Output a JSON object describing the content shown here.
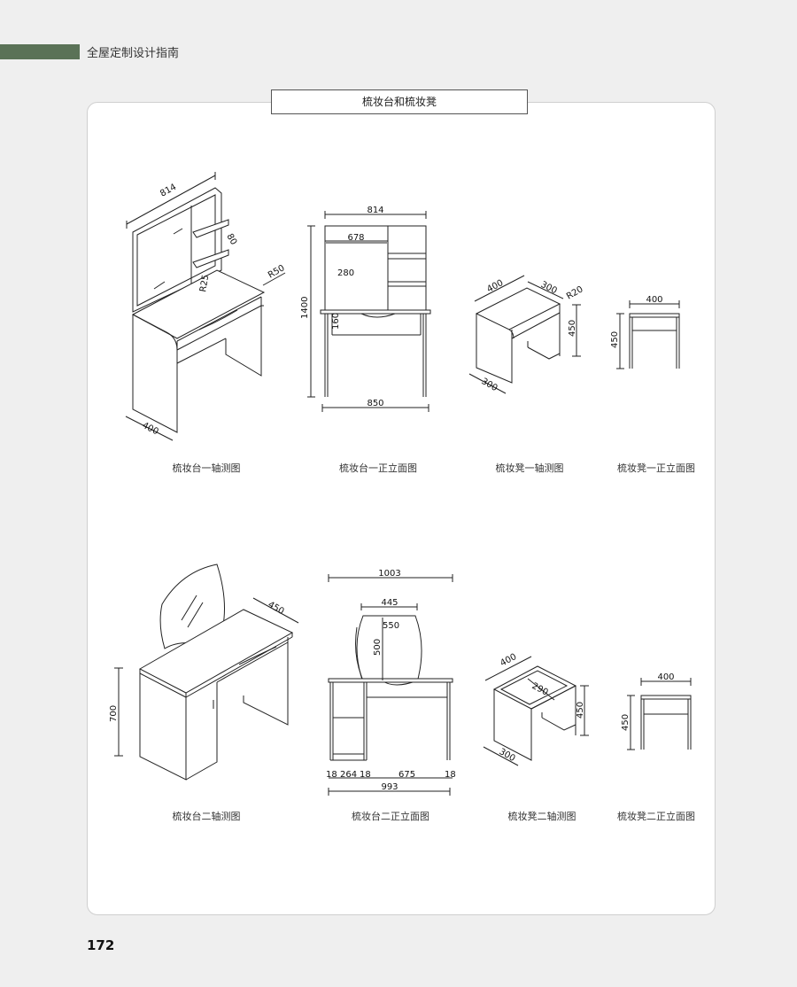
{
  "header": {
    "book_title": "全屋定制设计指南"
  },
  "section": {
    "title": "梳妆台和梳妆凳"
  },
  "figures": {
    "t1_axo": {
      "caption": "梳妆台一轴测图",
      "dims": {
        "width": "814",
        "depth": "400",
        "shelf": "80",
        "r50": "R50",
        "r25": "R25"
      }
    },
    "t1_front": {
      "caption": "梳妆台一正立面图",
      "dims": {
        "top": "814",
        "inner": "678",
        "mirror": "280",
        "height": "1400",
        "drawer": "160",
        "bottom": "850"
      }
    },
    "s1_axo": {
      "caption": "梳妆凳一轴测图",
      "dims": {
        "width": "400",
        "depth": "300",
        "radius": "R20",
        "height": "450",
        "base": "300"
      }
    },
    "s1_front": {
      "caption": "梳妆凳一正立面图",
      "dims": {
        "width": "400",
        "height": "450"
      }
    },
    "t2_axo": {
      "caption": "梳妆台二轴测图",
      "dims": {
        "depth": "450",
        "height": "700"
      }
    },
    "t2_front": {
      "caption": "梳妆台二正立面图",
      "dims": {
        "total": "1003",
        "mirror_w": "445",
        "mirror_inner": "550",
        "mirror_h": "500",
        "b1": "18",
        "b2": "264",
        "b3": "18",
        "b4": "675",
        "b5": "18",
        "bottom_total": "993"
      }
    },
    "s2_axo": {
      "caption": "梳妆凳二轴测图",
      "dims": {
        "width": "400",
        "inner": "290",
        "height": "450",
        "depth": "300"
      }
    },
    "s2_front": {
      "caption": "梳妆凳二正立面图",
      "dims": {
        "width": "400",
        "height": "450"
      }
    }
  },
  "page_number": "172",
  "colors": {
    "accent": "#5a7257",
    "background": "#efefef",
    "panel": "#ffffff"
  }
}
